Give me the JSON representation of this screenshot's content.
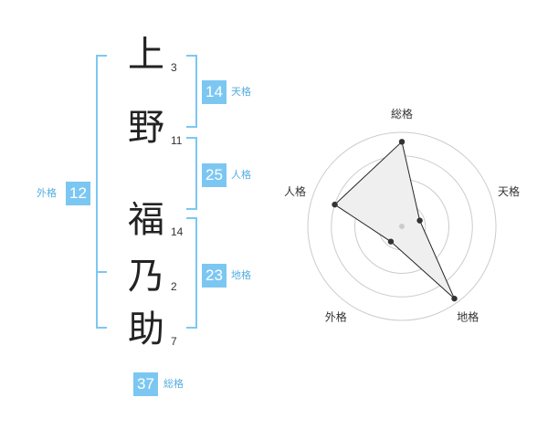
{
  "name": {
    "characters": [
      {
        "char": "上",
        "strokes": "3"
      },
      {
        "char": "野",
        "strokes": "11"
      },
      {
        "char": "福",
        "strokes": "14"
      },
      {
        "char": "乃",
        "strokes": "2"
      },
      {
        "char": "助",
        "strokes": "7"
      }
    ]
  },
  "scores": {
    "tenkaku": {
      "value": "14",
      "label": "天格"
    },
    "jinkaku": {
      "value": "25",
      "label": "人格"
    },
    "chikaku": {
      "value": "23",
      "label": "地格"
    },
    "gaikaku": {
      "value": "12",
      "label": "外格"
    },
    "soukaku": {
      "value": "37",
      "label": "総格"
    }
  },
  "radar": {
    "axes": [
      "総格",
      "天格",
      "地格",
      "外格",
      "人格"
    ],
    "values": [
      0.9,
      0.2,
      0.95,
      0.2,
      0.75
    ],
    "colors": {
      "fill": "#efefef",
      "stroke": "#222222",
      "grid": "#cccccc",
      "accent": "#7cc7f2"
    }
  }
}
